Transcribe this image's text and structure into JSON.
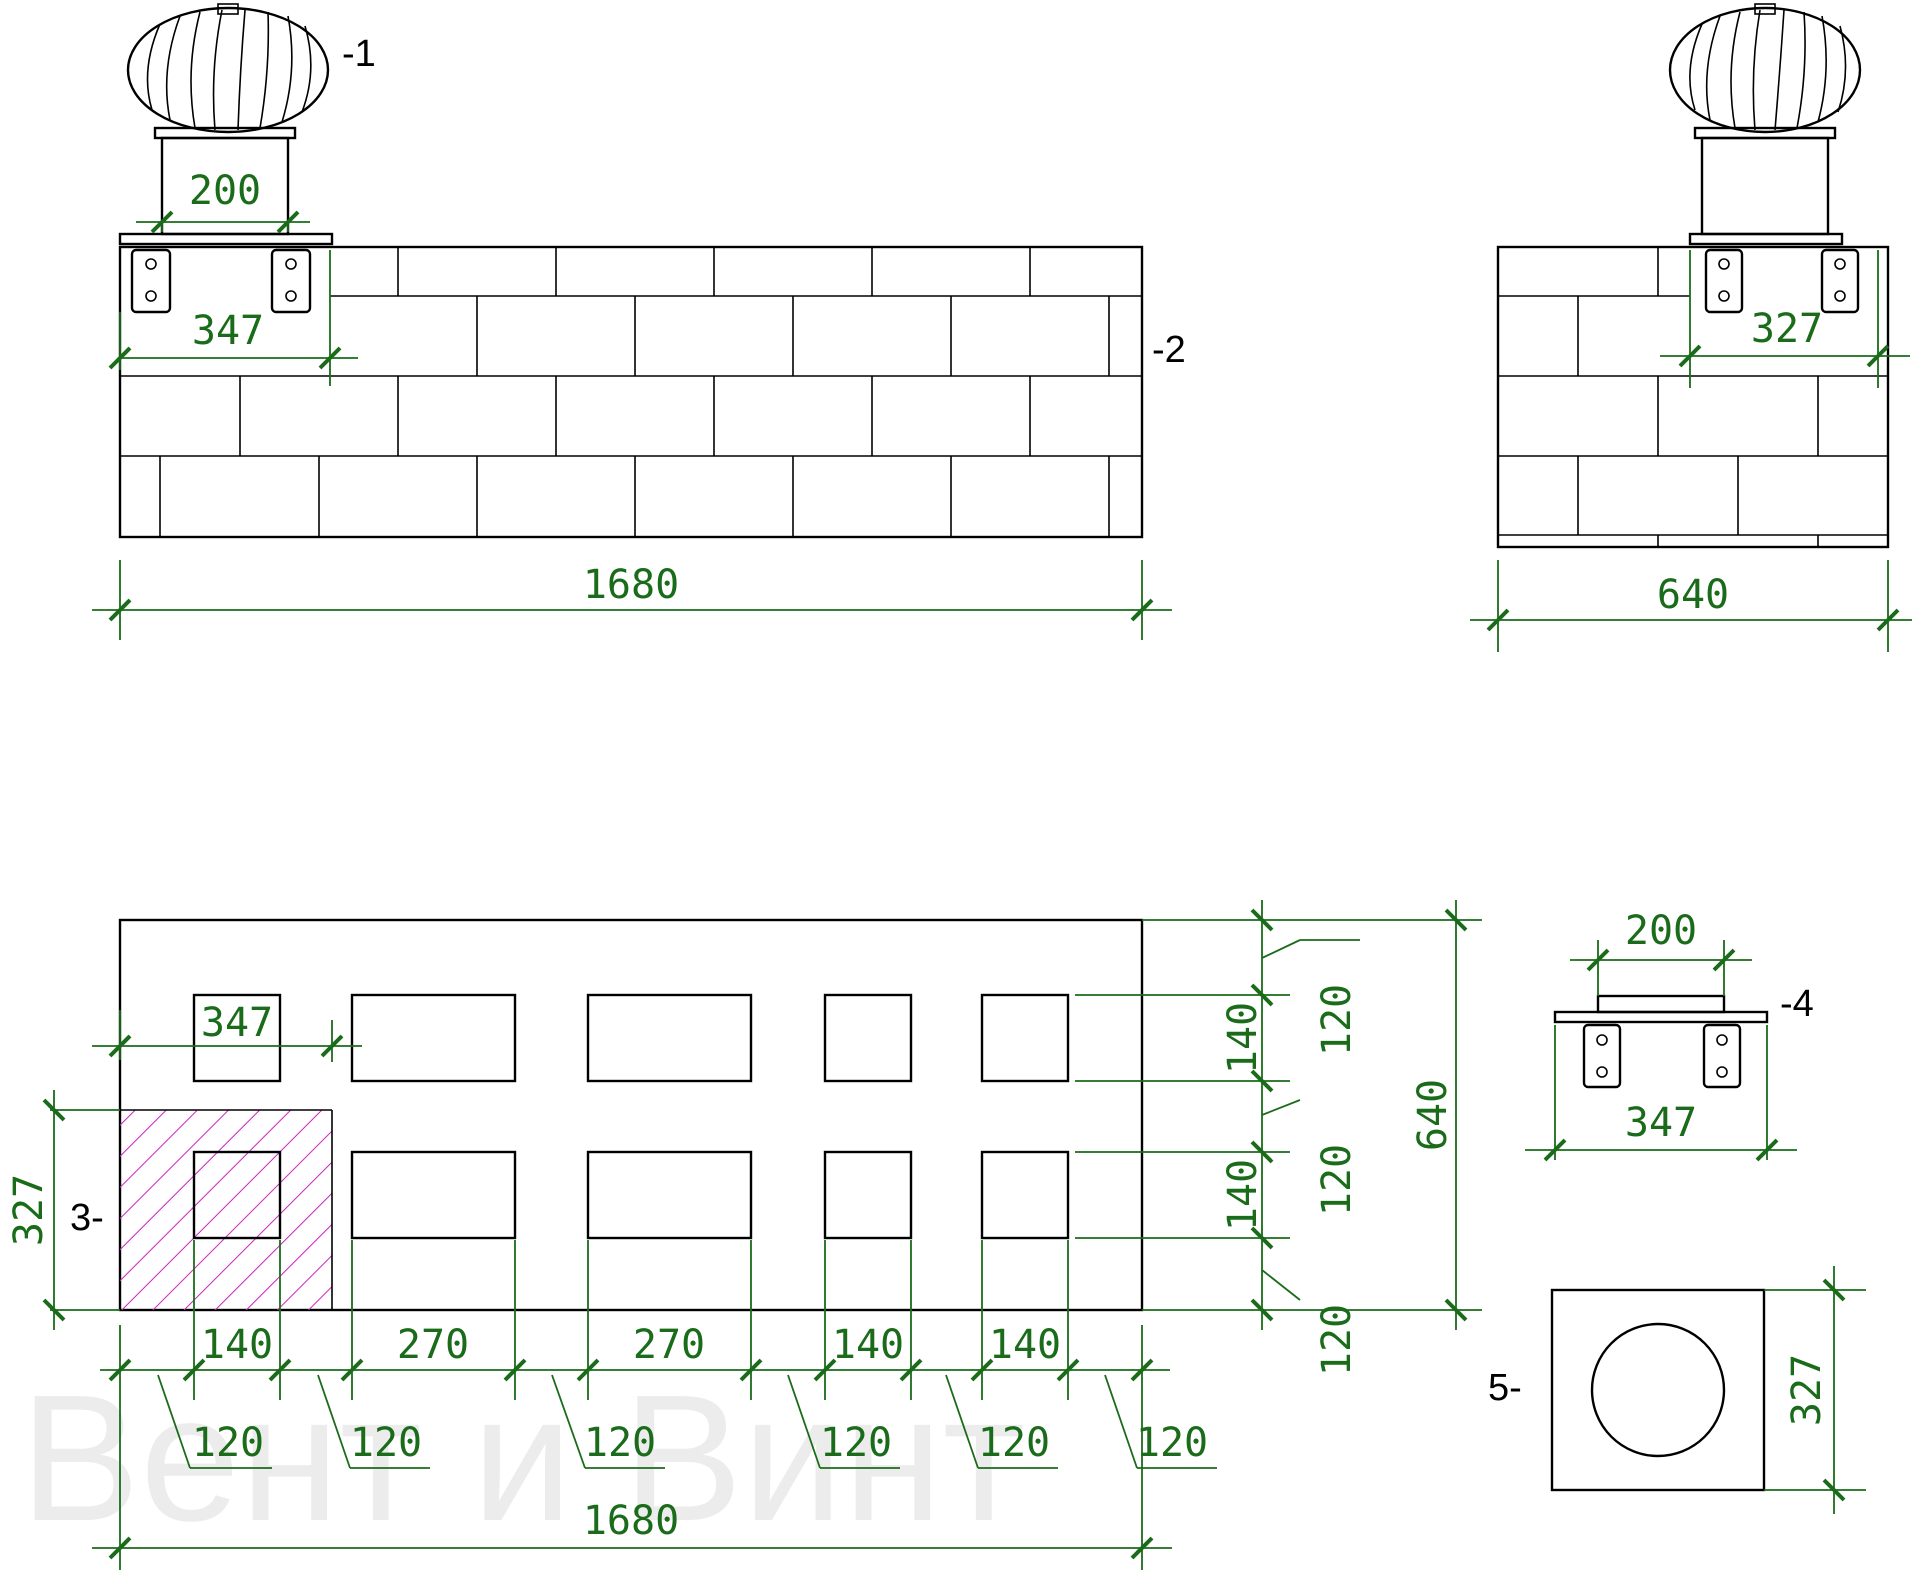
{
  "colors": {
    "line": "#000000",
    "dimension": "#1a6b1a",
    "hatch": "#d020c0",
    "watermark": "#ececec"
  },
  "watermark": "Вент и Винт",
  "callouts": {
    "c1": "-1",
    "c2": "-2",
    "c3": "3-",
    "c4": "-4",
    "c5": "5-"
  },
  "icons": {
    "turbine": "turbine-ventilator-icon",
    "bracket": "mounting-bracket-icon"
  },
  "front_view": {
    "top_dim": "200",
    "bracket_dim": "347",
    "length_dim": "1680"
  },
  "side_view": {
    "bracket_dim": "327",
    "width_dim": "640"
  },
  "plan_view": {
    "opening_dim": "347",
    "side_dim": "327",
    "right_dims": [
      "140",
      "120",
      "140",
      "120",
      "120"
    ],
    "overall_height": "640",
    "bottom_dims": [
      "140",
      "270",
      "270",
      "140",
      "140"
    ],
    "gap_dims": [
      "120",
      "120",
      "120",
      "120",
      "120",
      "120"
    ],
    "length_dim": "1680"
  },
  "detail_4": {
    "top_dim": "200",
    "bottom_dim": "347"
  },
  "detail_5": {
    "side_dim": "327"
  }
}
